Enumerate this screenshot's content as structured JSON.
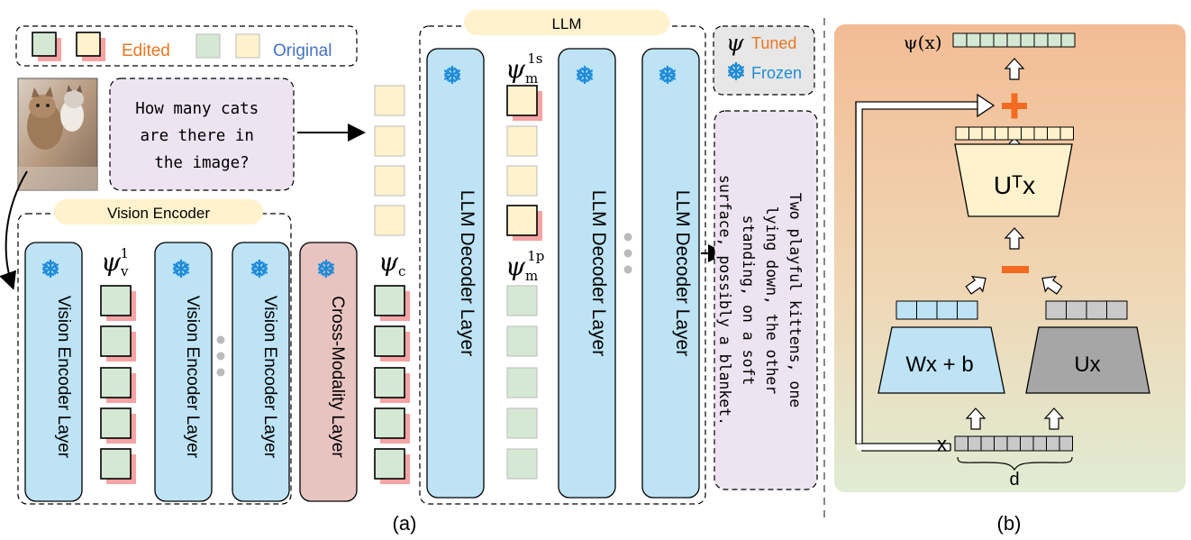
{
  "legend": {
    "edited_label": "Edited",
    "original_label": "Original",
    "tuned_label": "Tuned",
    "frozen_label": "Frozen",
    "psi_symbol": "ψ",
    "colors": {
      "edited": "#E87722",
      "original": "#4472C4",
      "tuned": "#E87722",
      "frozen": "#1E8BD8"
    }
  },
  "question": "How many cats are there in the image?",
  "answer": "Two playful kittens, one lying down, the other standing, on a soft surface, possibly a blanket.",
  "vision_encoder": {
    "title": "Vision Encoder",
    "layer_label": "Vision Encoder Layer",
    "psi_symbol": "ψ",
    "psi_sub": "v",
    "psi_sup": "1"
  },
  "cross_modality": {
    "label": "Cross-Modality Layer",
    "psi_symbol": "ψ",
    "psi_sub": "c"
  },
  "llm": {
    "title": "LLM",
    "layer_label": "LLM Decoder Layer",
    "psi_symbol": "ψ",
    "psi_s_sub": "m",
    "psi_s_sup": "1s",
    "psi_p_sub": "m",
    "psi_p_sup": "1p"
  },
  "panel_b": {
    "output_label": "ψ(x)",
    "plus_symbol": "+",
    "minus_symbol": "−",
    "ut_label": "Uᵀx",
    "w_label": "Wx + b",
    "u_label": "Ux",
    "x_label": "x",
    "d_label": "d"
  },
  "captions": {
    "a": "(a)",
    "b": "(b)"
  },
  "colors": {
    "green": "#D5E8D4",
    "yellow": "#FFF2CC",
    "blue_layer": "#BDE3F5",
    "red_layer": "#E8C4C0",
    "lavender": "#EDE3F1",
    "shadow": "#F5A3A3",
    "orange": "#F26B21",
    "gray": "#C9C9C9",
    "dark_gray": "#A6A6A6"
  },
  "icons": [
    "snowflake-icon",
    "cat-image",
    "arrow-icon",
    "dots-icon"
  ]
}
